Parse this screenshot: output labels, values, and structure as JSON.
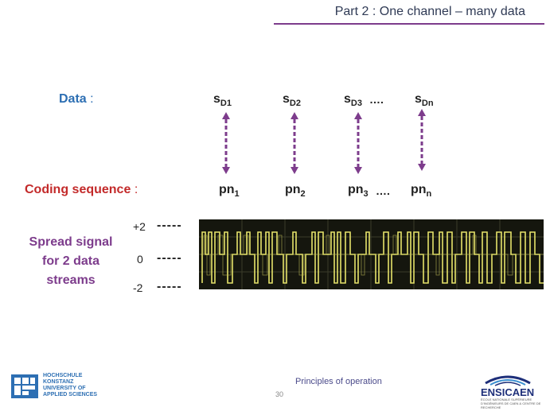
{
  "header": {
    "title": "Part 2 : One channel – many data"
  },
  "data_row": {
    "label": "Data",
    "colon": ":",
    "symbols": [
      {
        "base": "s",
        "sub": "D1"
      },
      {
        "base": "s",
        "sub": "D2"
      },
      {
        "base": "s",
        "sub": "D3"
      },
      {
        "base": "s",
        "sub": "Dn"
      }
    ],
    "ellipsis": "…."
  },
  "coding_row": {
    "label": "Coding sequence",
    "colon": ":",
    "symbols": [
      {
        "base": "pn",
        "sub": "1"
      },
      {
        "base": "pn",
        "sub": "2"
      },
      {
        "base": "pn",
        "sub": "3"
      },
      {
        "base": "pn",
        "sub": "n"
      }
    ],
    "ellipsis": "…."
  },
  "spread": {
    "label_line1": "Spread signal",
    "label_line2": "for 2 data",
    "label_line3": "streams",
    "levels": [
      "+2",
      "0",
      "-2"
    ],
    "dash_marker": "-----"
  },
  "footer": {
    "center_text": "Principles of operation",
    "page_number": "30",
    "left_logo_line1": "HOCHSCHULE",
    "left_logo_line2": "KONSTANZ",
    "left_logo_line3": "UNIVERSITY OF",
    "left_logo_line4": "APPLIED SCIENCES",
    "right_logo_name": "ENSICAEN",
    "right_logo_sub": "ÉCOLE NATIONALE SUPÉRIEURE D'INGÉNIEURS DE CAEN & CENTRE DE RECHERCHE"
  },
  "colors": {
    "accent_purple": "#7d3c8c",
    "data_blue": "#2d6fb3",
    "coding_red": "#c32a2a",
    "scope_trace": "#e6e36a"
  }
}
